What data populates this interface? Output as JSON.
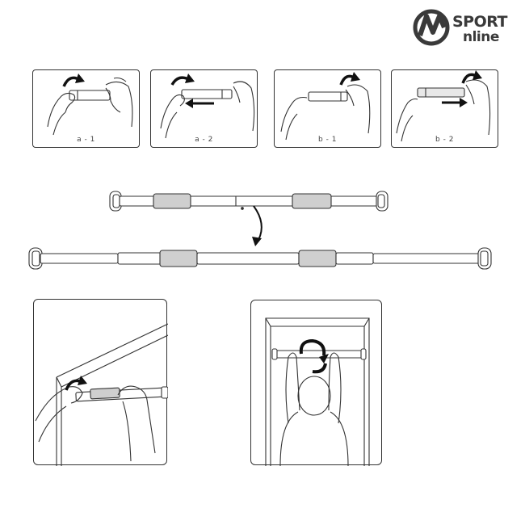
{
  "logo": {
    "word1": "SPORT",
    "word2": "nline"
  },
  "steps": [
    {
      "label": "a - 1"
    },
    {
      "label": "a - 2"
    },
    {
      "label": "b - 1"
    },
    {
      "label": "b - 2"
    }
  ],
  "colors": {
    "line": "#333333",
    "grip": "#cfcfcf",
    "logo": "#3a3a3a"
  },
  "icons": [
    "rotate-arrow-icon",
    "direction-arrow-icon",
    "curved-arrow-icon"
  ]
}
